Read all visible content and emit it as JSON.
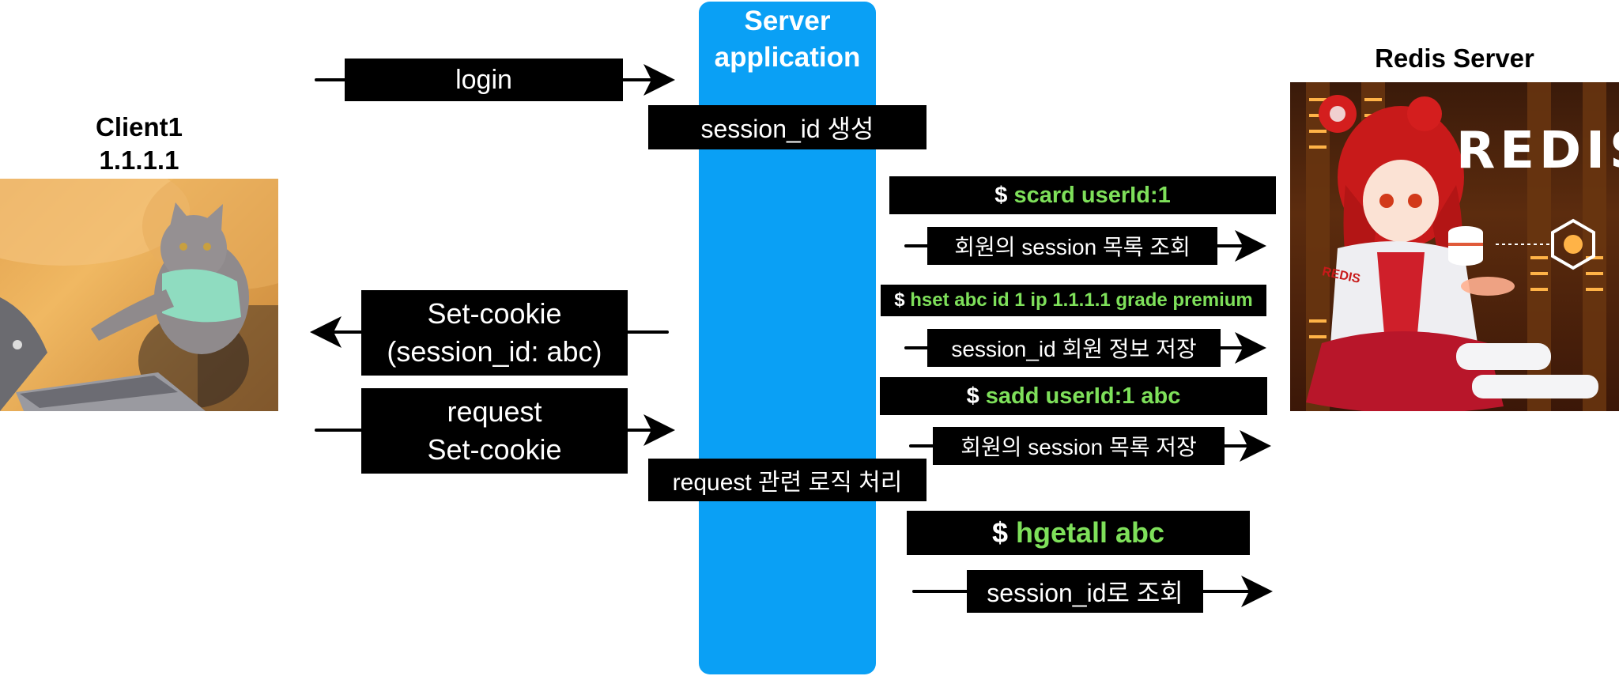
{
  "server": {
    "title_line1": "Server",
    "title_line2": "application"
  },
  "client": {
    "name": "Client1",
    "ip": "1.1.1.1"
  },
  "redis": {
    "title": "Redis Server",
    "logo_text": "REDIS",
    "sleeve_text": "REDIS"
  },
  "left_boxes": {
    "login": "login",
    "set_cookie_line1": "Set-cookie",
    "set_cookie_line2": "(session_id: abc)",
    "request_line1": "request",
    "request_line2": "Set-cookie"
  },
  "server_boxes": {
    "session_create": "session_id 생성",
    "request_logic": "request 관련 로직 처리"
  },
  "commands": [
    {
      "prompt": "$",
      "text": "scard userId:1"
    },
    {
      "prompt": "$",
      "text": "hset abc id 1 ip 1.1.1.1 grade premium"
    },
    {
      "prompt": "$",
      "text": "sadd userId:1 abc"
    },
    {
      "prompt": "$",
      "text": "hgetall abc"
    }
  ],
  "actions": [
    "회원의 session 목록 조회",
    "session_id 회원 정보 저장",
    "회원의 session 목록 저장",
    "session_id로 조회"
  ],
  "colors": {
    "server_column": "#0aa0f5",
    "command_highlight": "#7ee05a",
    "box_background": "#000000"
  }
}
